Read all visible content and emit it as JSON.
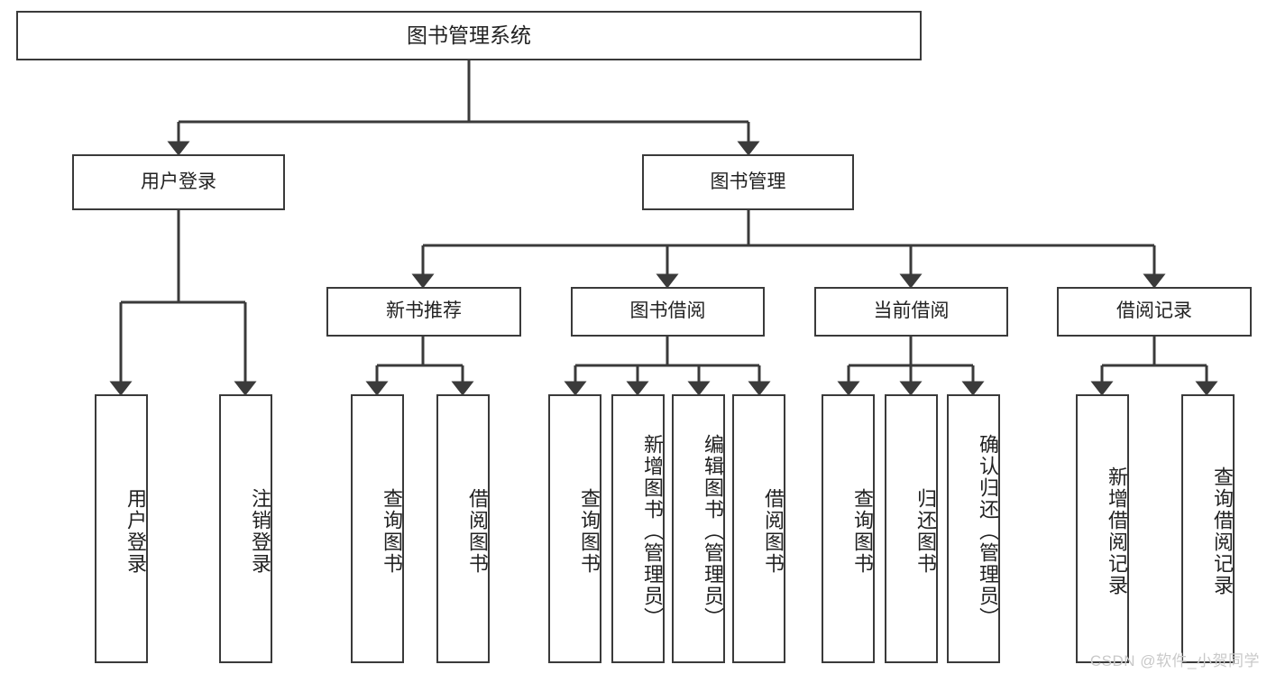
{
  "diagram": {
    "title": "图书管理系统",
    "type": "tree-hierarchy",
    "root": {
      "label": "图书管理系统"
    },
    "level2": [
      {
        "label": "用户登录"
      },
      {
        "label": "图书管理"
      }
    ],
    "level3": [
      {
        "label": "新书推荐"
      },
      {
        "label": "图书借阅"
      },
      {
        "label": "当前借阅"
      },
      {
        "label": "借阅记录"
      }
    ],
    "leaves": {
      "user_login": [
        {
          "label": "用户登录"
        },
        {
          "label": "注销登录"
        }
      ],
      "new_book_recommend": [
        {
          "label": "查询图书"
        },
        {
          "label": "借阅图书"
        }
      ],
      "book_borrow": [
        {
          "label": "查询图书"
        },
        {
          "label": "新增图书（管理员）"
        },
        {
          "label": "编辑图书（管理员）"
        },
        {
          "label": "借阅图书"
        }
      ],
      "current_borrow": [
        {
          "label": "查询图书"
        },
        {
          "label": "归还图书"
        },
        {
          "label": "确认归还（管理员）"
        }
      ],
      "borrow_record": [
        {
          "label": "新增借阅记录"
        },
        {
          "label": "查询借阅记录"
        }
      ]
    }
  },
  "watermark": {
    "text": "CSDN @软件_小贺同学"
  },
  "colors": {
    "border": "#3a3a3a",
    "background": "#ffffff",
    "text": "#222222",
    "watermark": "#c9c9c9"
  }
}
